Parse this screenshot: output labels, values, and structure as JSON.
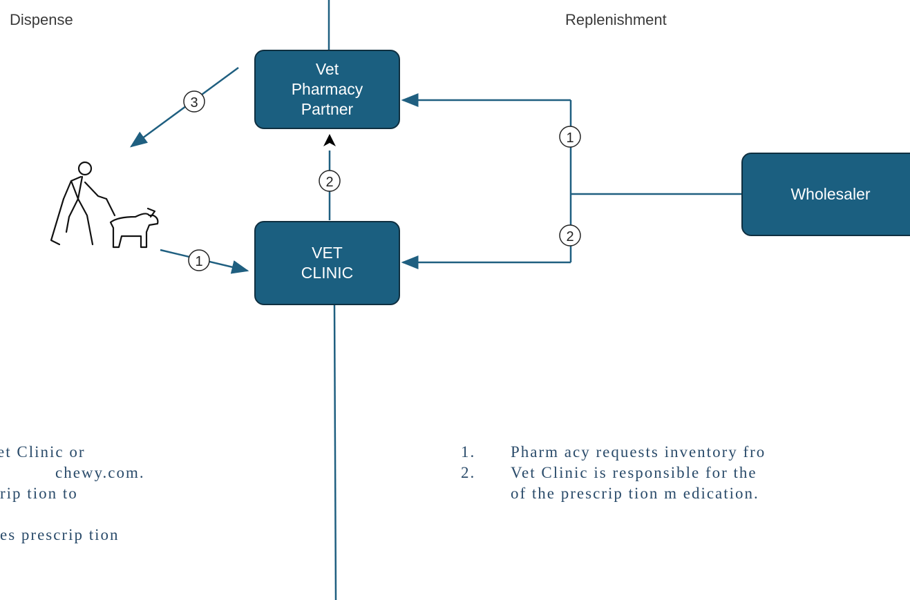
{
  "sections": {
    "left": "Dispense",
    "right": "Replenishment"
  },
  "nodes": {
    "pharmacy": [
      "Vet",
      "Pharmacy",
      "Partner"
    ],
    "clinic": [
      "VET",
      "CLINIC"
    ],
    "wholesaler": [
      "Wholesaler"
    ]
  },
  "step_markers": {
    "dispense_1": "1",
    "dispense_2": "2",
    "dispense_3": "3",
    "replenish_1": "1",
    "replenish_2": "2"
  },
  "left_notes": [
    "et Clinic or",
    "chewy.com.",
    "rip tion to",
    "",
    "es prescrip tion"
  ],
  "right_notes": [
    {
      "num": "1.",
      "text": "Pharm acy requests inventory fro"
    },
    {
      "num": "2.",
      "text": "Vet Clinic is responsible for the"
    },
    {
      "num": "",
      "text": "of the prescrip tion m edication."
    }
  ],
  "colors": {
    "node_fill": "#1b5f80",
    "node_border": "#0f2f40",
    "connector": "#1f5f80",
    "note_text": "#2a4b6a"
  },
  "icons": [
    "person-walking-dog-icon"
  ]
}
